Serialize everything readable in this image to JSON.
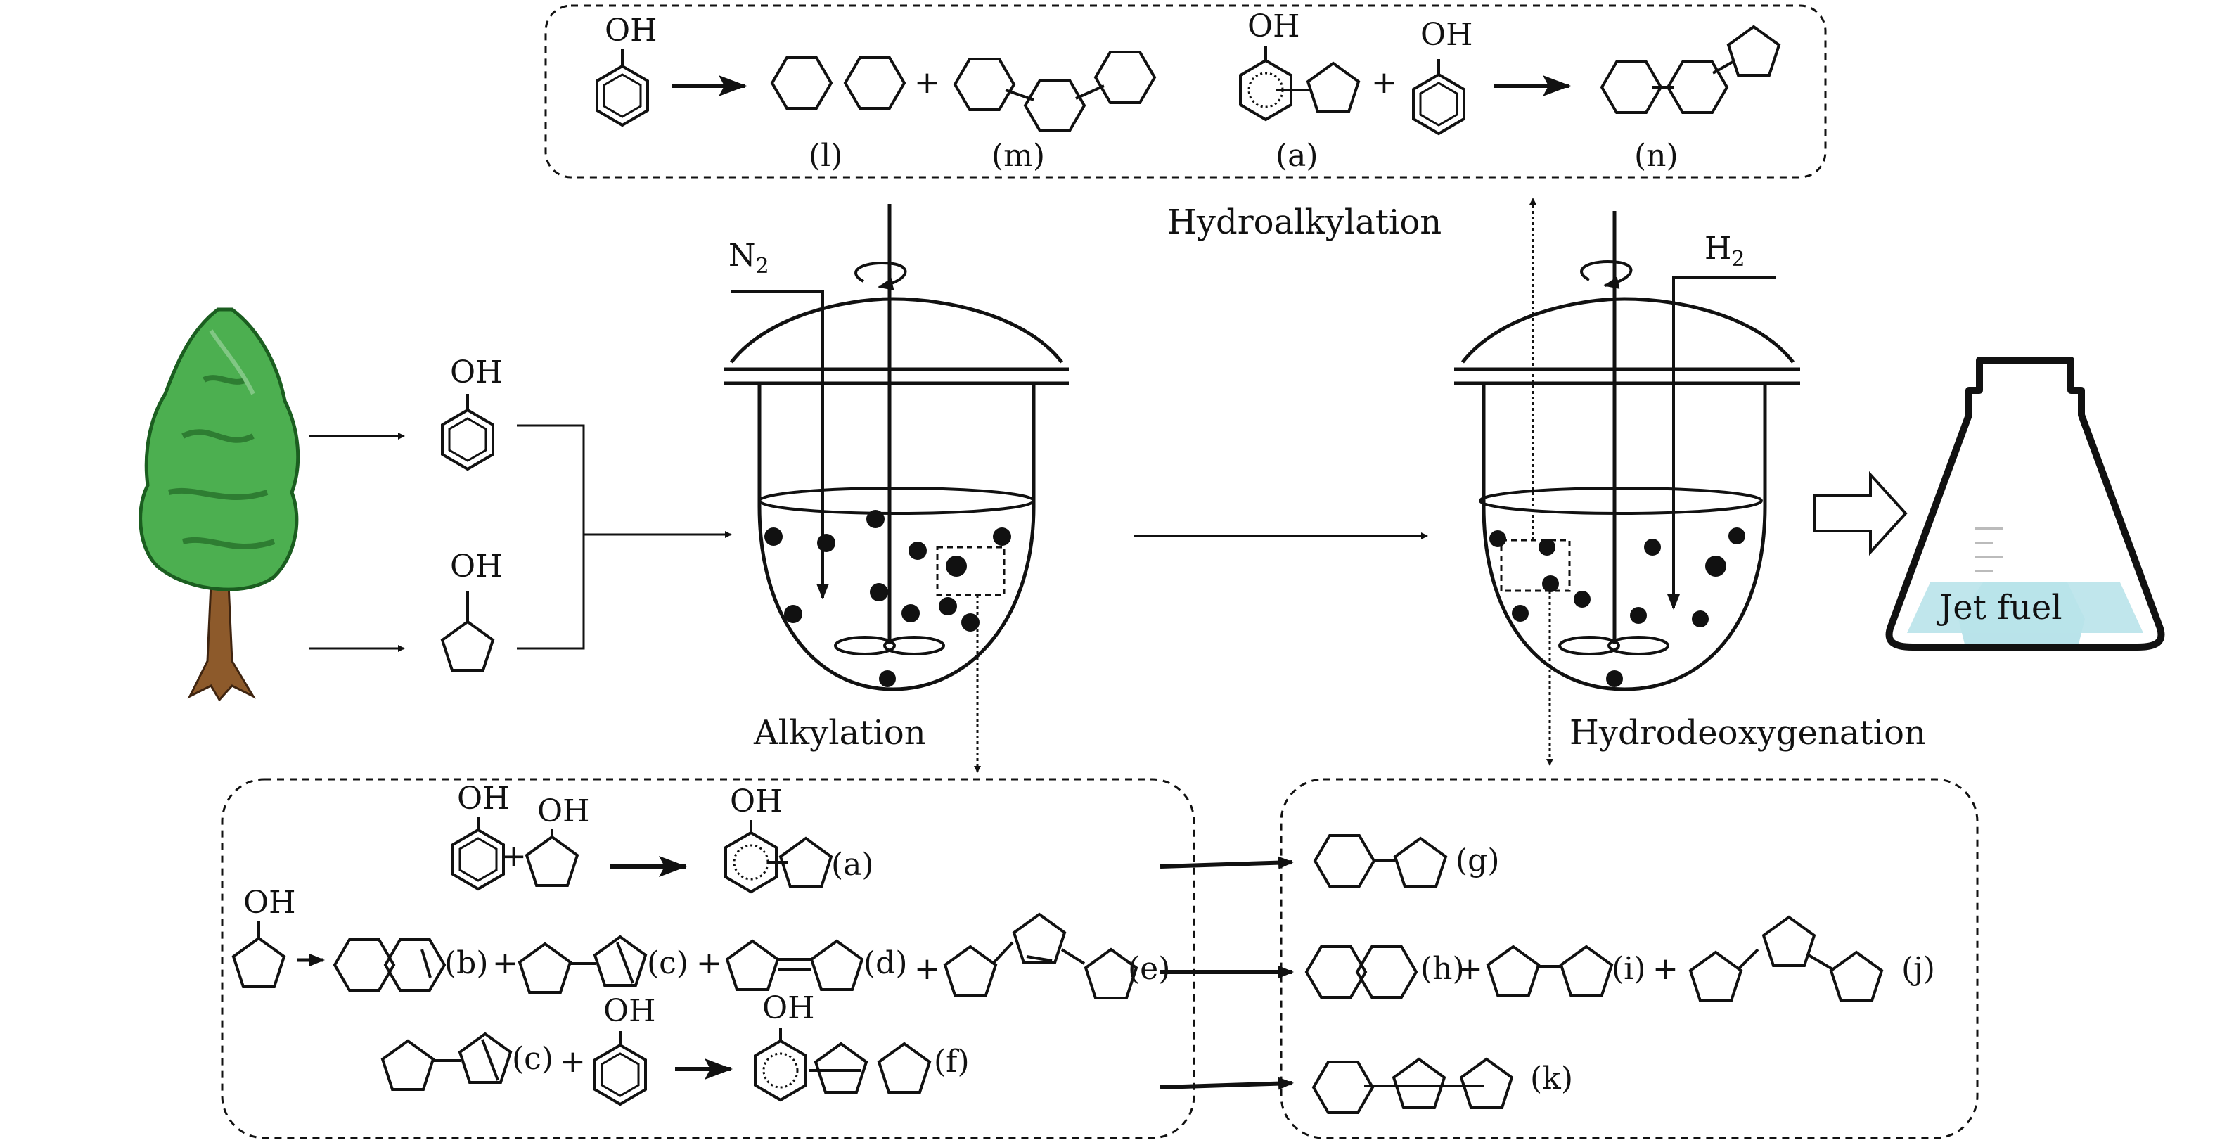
{
  "process": {
    "hydroalkylation_label": "Hydroalkylation",
    "alkylation_label": "Alkylation",
    "hydrodeoxygenation_label": "Hydrodeoxygenation",
    "n2_label": "N",
    "n2_sub": "2",
    "h2_label": "H",
    "h2_sub": "2",
    "product_label": "Jet fuel"
  },
  "molecules": {
    "oh": "OH",
    "plus": "+"
  },
  "compound_labels": {
    "a": "(a)",
    "b": "(b)",
    "c": "(c)",
    "d": "(d)",
    "e": "(e)",
    "f": "(f)",
    "g": "(g)",
    "h": "(h)",
    "i": "(i)",
    "j": "(j)",
    "k": "(k)",
    "l": "(l)",
    "m": "(m)",
    "n": "(n)"
  },
  "colors": {
    "line": "#111111",
    "tree_light": "#4caf50",
    "tree_dark": "#2e7d32",
    "trunk": "#8d5a2b",
    "liquid": "#b9e3ea"
  }
}
